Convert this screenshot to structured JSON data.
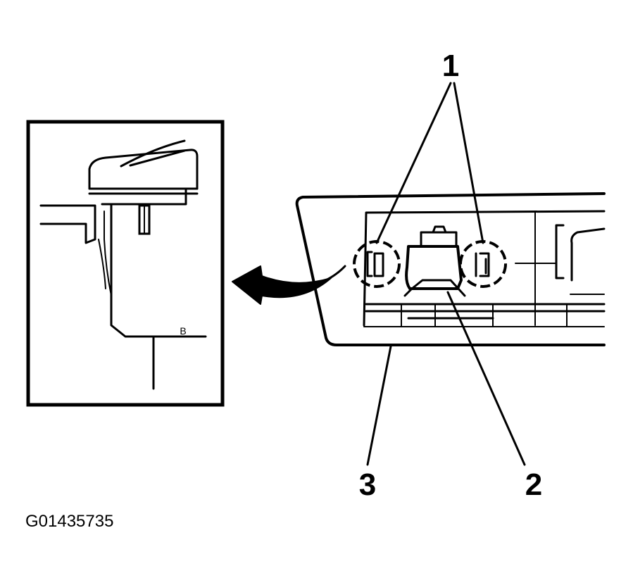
{
  "diagram": {
    "callouts": {
      "one": "1",
      "two": "2",
      "three": "3"
    },
    "figure_id": "G01435735",
    "inset_small_mark": "B"
  }
}
